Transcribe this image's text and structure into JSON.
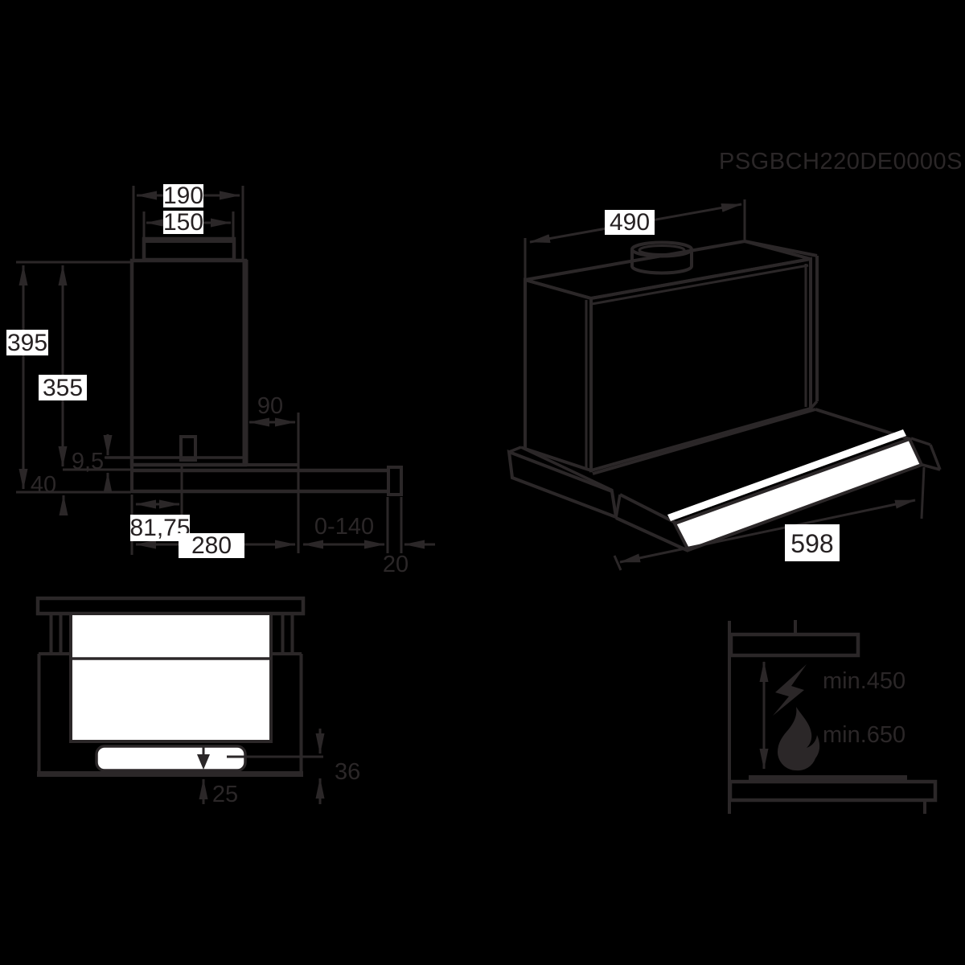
{
  "colors": {
    "background": "#000000",
    "stroke": "#2b2728",
    "white": "#ffffff",
    "label_ink": "#262122"
  },
  "model_code": "PSGBCH220DE0000S",
  "side_view": {
    "labels": {
      "chimney_width": "190",
      "duct_width": "150",
      "total_height": "395",
      "body_height": "355",
      "rear_offset": "90",
      "visor_gap": "9,5",
      "visor_height": "40",
      "switch_offset": "81,75",
      "body_depth": "280",
      "extension_range": "0-140",
      "handle_depth": "20"
    }
  },
  "perspective_view": {
    "labels": {
      "depth": "490",
      "width": "598"
    }
  },
  "front_view": {
    "labels": {
      "visor_drop": "36",
      "bottom_clearance": "25"
    }
  },
  "clearance_view": {
    "electric_clearance": "min.450",
    "gas_clearance": "min.650",
    "icons": [
      "lightning-icon",
      "flame-icon"
    ]
  }
}
